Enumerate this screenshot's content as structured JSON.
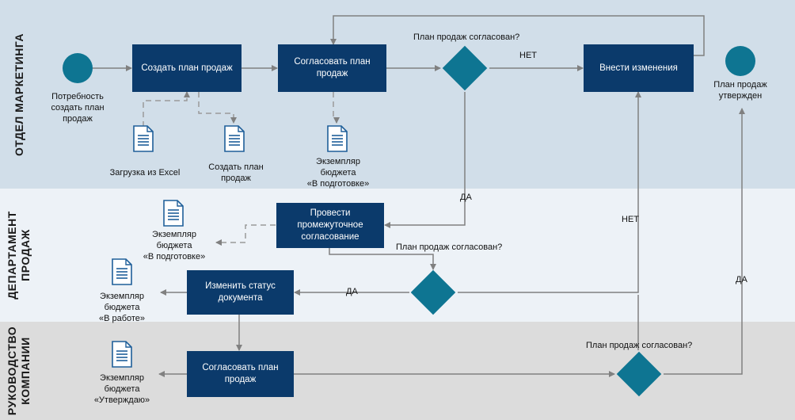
{
  "lanes": [
    {
      "label_line1": "ОТДЕЛ МАРКЕТИНГА",
      "label_line2": ""
    },
    {
      "label_line1": "ДЕПАРТАМЕНТ",
      "label_line2": "ПРОДАЖ"
    },
    {
      "label_line1": "РУКОВОДСТВО",
      "label_line2": "КОМПАНИИ"
    }
  ],
  "colors": {
    "lane1": "#d1dee9",
    "lane2": "#edf2f7",
    "lane3": "#dcdcdc",
    "task": "#0b3a6b",
    "event": "#0e7592",
    "gateway": "#0e7592",
    "connector": "#808080"
  },
  "events": {
    "start_label": "Потребность\nсоздать план\nпродаж",
    "end_label": "План продаж\nутвержден"
  },
  "tasks": {
    "create_plan": "Создать план продаж",
    "agree_plan": "Согласовать план продаж",
    "make_changes": "Внести изменения",
    "interim_approval": "Провести промежуточное\nсогласование",
    "change_status": "Изменить статус\nдокумента",
    "mgmt_agree": "Согласовать план продаж"
  },
  "gateways": {
    "g1_question": "План продаж согласован?",
    "g2_question": "План продаж согласован?",
    "g3_question": "План продаж согласован?"
  },
  "flow_labels": {
    "no1": "НЕТ",
    "yes1": "ДА",
    "no2": "НЕТ",
    "yes2": "ДА",
    "yes3": "ДА"
  },
  "documents": {
    "excel_import": "Загрузка из Excel",
    "create_plan_doc": "Создать план\nпродаж",
    "budget_prep1": "Экземпляр\nбюджета\n«В подготовке»",
    "budget_prep2": "Экземпляр\nбюджета\n«В подготовке»",
    "budget_work": "Экземпляр\nбюджета\n«В работе»",
    "budget_approve": "Экземпляр\nбюджета\n«Утверждаю»"
  }
}
